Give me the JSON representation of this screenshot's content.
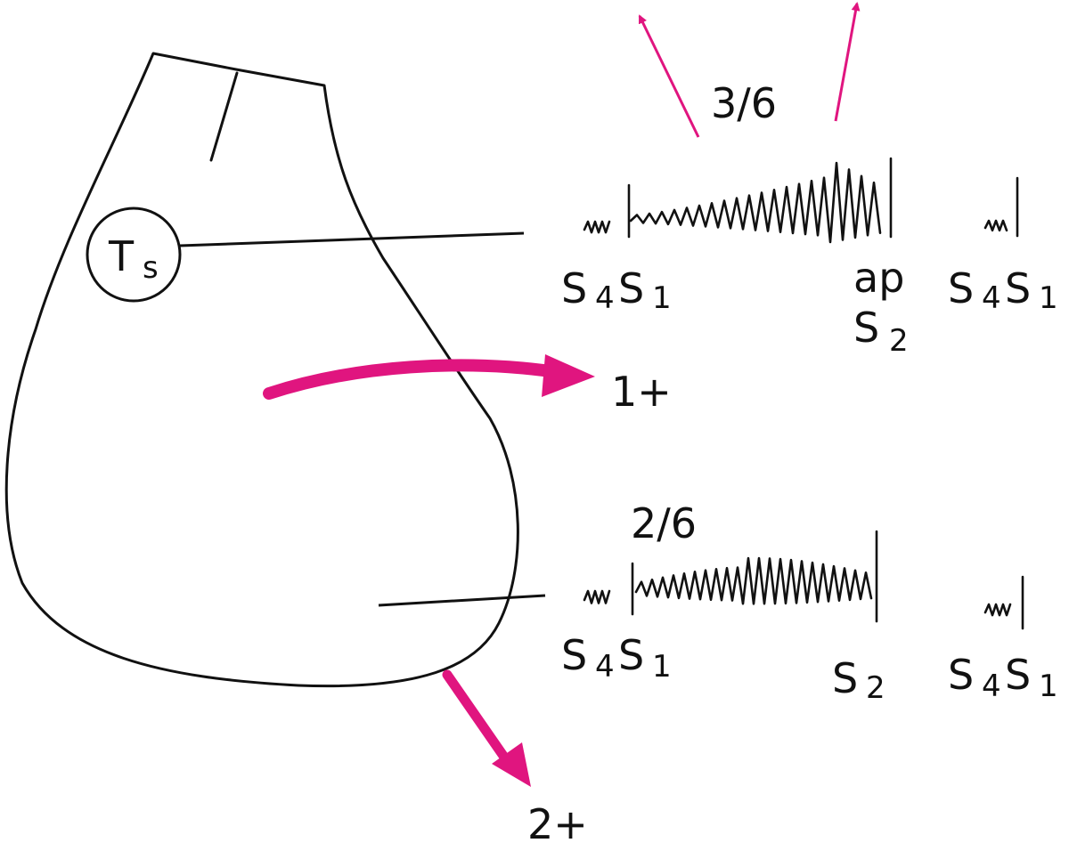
{
  "colors": {
    "ink": "#111111",
    "radiation": "#e0157f",
    "background": "#ffffff"
  },
  "valve_label": {
    "main": "T",
    "sub": "s"
  },
  "top_tracing": {
    "grade": "3/6",
    "left_s4": "S",
    "left_s4_sub": "4",
    "left_s1": "S",
    "left_s1_sub": "1",
    "ap": "ap",
    "s2": "S",
    "s2_sub": "2",
    "right_s4": "S",
    "right_s4_sub": "4",
    "right_s1": "S",
    "right_s1_sub": "1"
  },
  "bottom_tracing": {
    "grade": "2/6",
    "left_s4": "S",
    "left_s4_sub": "4",
    "left_s1": "S",
    "left_s1_sub": "1",
    "s2": "S",
    "s2_sub": "2",
    "right_s4": "S",
    "right_s4_sub": "4",
    "right_s1": "S",
    "right_s1_sub": "1"
  },
  "radiation": {
    "middle_label": "1+",
    "apex_label": "2+"
  }
}
